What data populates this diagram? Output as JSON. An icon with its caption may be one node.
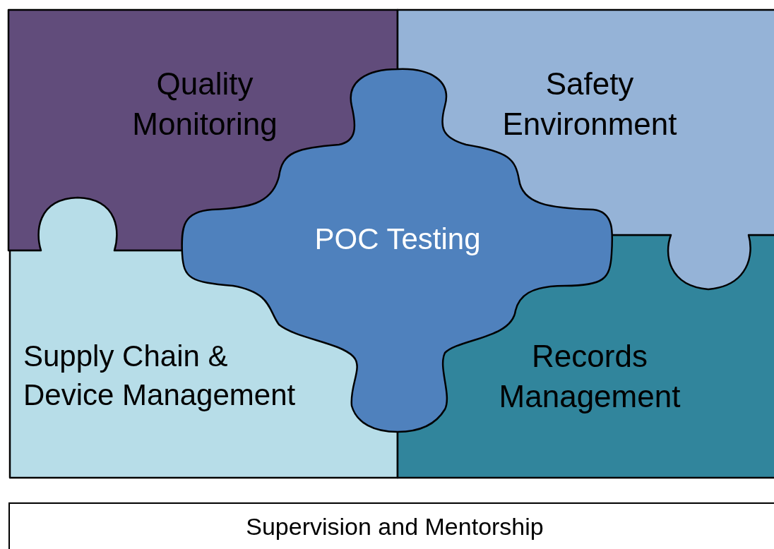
{
  "diagram": {
    "nodes": [
      {
        "text": [
          "Quality Monitoring"
        ]
      },
      {
        "text": [
          "Safety Environment"
        ]
      },
      {
        "text": [
          "POC Testing"
        ]
      },
      {
        "text": [
          "Supply Chain & Device Management"
        ]
      },
      {
        "text": [
          "Records Management"
        ]
      },
      {
        "text": [
          "Supervision and Mentorship"
        ]
      }
    ]
  }
}
